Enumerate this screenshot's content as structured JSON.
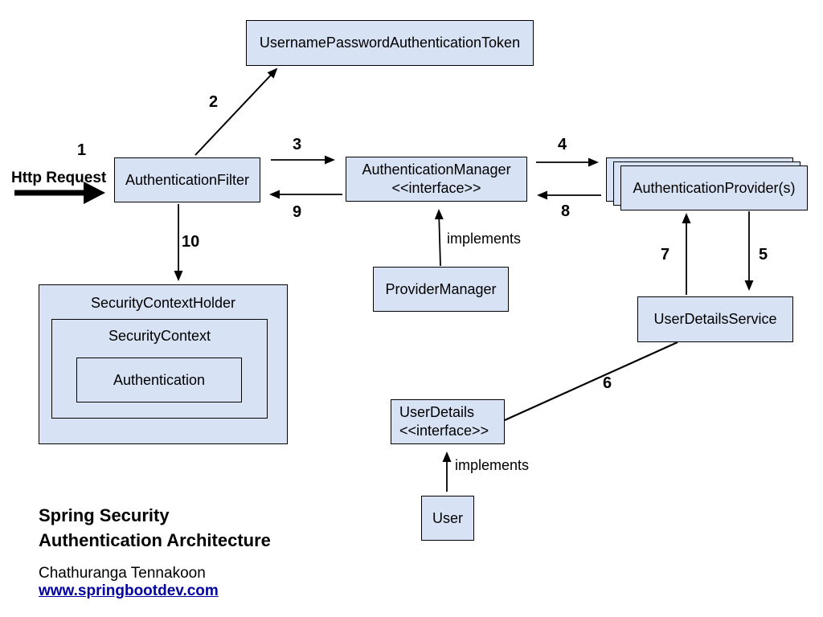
{
  "diagram": {
    "colors": {
      "box_fill": "#d7e3f4",
      "box_border": "#000000",
      "link_color": "#0000a0",
      "line_color": "#000000"
    },
    "boxes": {
      "token": {
        "label": "UsernamePasswordAuthenticationToken"
      },
      "filter": {
        "label": "AuthenticationFilter"
      },
      "manager": {
        "line1": "AuthenticationManager",
        "line2": "<<interface>>"
      },
      "providers": {
        "label": "AuthenticationProvider(s)"
      },
      "provider_manager": {
        "label": "ProviderManager"
      },
      "security_context_holder": {
        "label": "SecurityContextHolder"
      },
      "security_context": {
        "label": "SecurityContext"
      },
      "authentication": {
        "label": "Authentication"
      },
      "user_details_service": {
        "label": "UserDetailsService"
      },
      "user_details": {
        "line1": "UserDetails",
        "line2": "<<interface>>"
      },
      "user": {
        "label": "User"
      }
    },
    "edge_labels": {
      "step1": "1",
      "step2": "2",
      "step3": "3",
      "step4": "4",
      "step5": "5",
      "step6": "6",
      "step7": "7",
      "step8": "8",
      "step9": "9",
      "step10": "10",
      "http_request": "Http Request",
      "implements_manager": "implements",
      "implements_user": "implements"
    },
    "footer": {
      "title_line1": "Spring Security",
      "title_line2": "Authentication Architecture",
      "author": "Chathuranga Tennakoon",
      "link": "www.springbootdev.com"
    }
  }
}
